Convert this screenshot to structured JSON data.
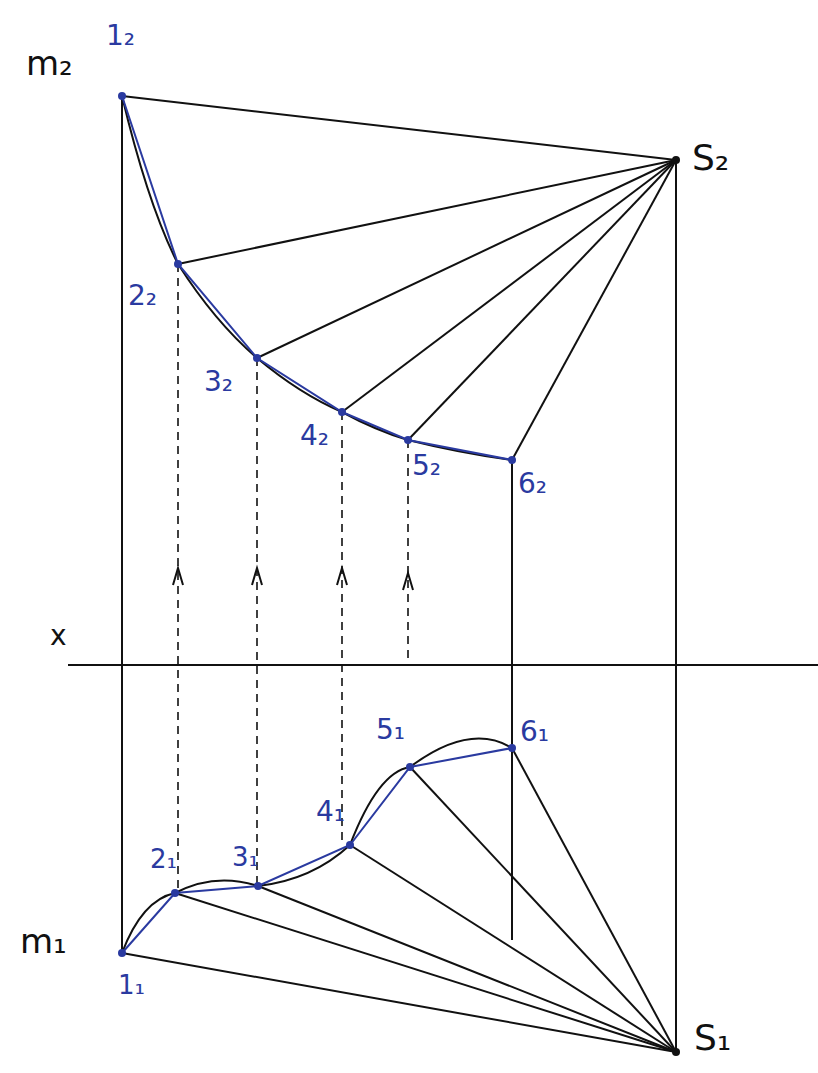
{
  "diagram": {
    "labels": [
      "1₂",
      "m₂",
      "S₂",
      "2₂",
      "3₂",
      "4₂",
      "5₂",
      "6₂",
      "x",
      "5₁",
      "6₁",
      "4₁",
      "2₁",
      "3₁",
      "m₁",
      "1₁",
      "S₁"
    ]
  }
}
